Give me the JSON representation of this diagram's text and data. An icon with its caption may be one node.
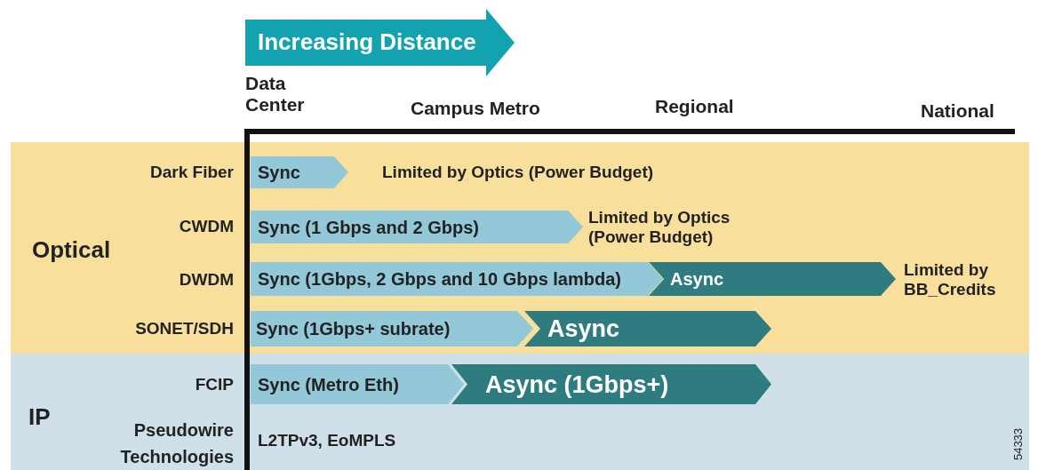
{
  "diagram": {
    "nodes": [
      {
        "text": [
          "Increasing Distance"
        ]
      },
      {
        "text": [
          "Optical"
        ]
      },
      {
        "text": [
          "Sync"
        ],
        "in": 1
      },
      {
        "text": [
          "Sync (1 Gbps and 2 Gbps)"
        ],
        "in": 1
      },
      {
        "text": [
          "Sync (1Gbps, 2 Gbps and 10 Gbps lambda)"
        ],
        "in": 1
      },
      {
        "text": [
          "Async"
        ],
        "in": 1
      },
      {
        "text": [
          "Sync (1Gbps+ subrate)"
        ],
        "in": 1
      },
      {
        "text": [
          "Async"
        ],
        "in": 1
      },
      {
        "text": [
          "IP"
        ]
      },
      {
        "text": [
          "Sync (Metro Eth)"
        ],
        "in": 8
      },
      {
        "text": [
          "Async (1Gbps+)"
        ],
        "in": 8
      }
    ],
    "edges": [],
    "labels": [
      "Data Center",
      "Campus Metro",
      "Regional",
      "National",
      "Dark Fiber",
      "Limited by Optics (Power Budget)",
      "CWDM",
      "Limited by Optics (Power Budget)",
      "DWDM",
      "Limited by BB_Credits",
      "SONET/SDH",
      "FCIP",
      "Pseudowire Technologies",
      "L2TPv3, EoMPLS",
      "54333"
    ]
  }
}
